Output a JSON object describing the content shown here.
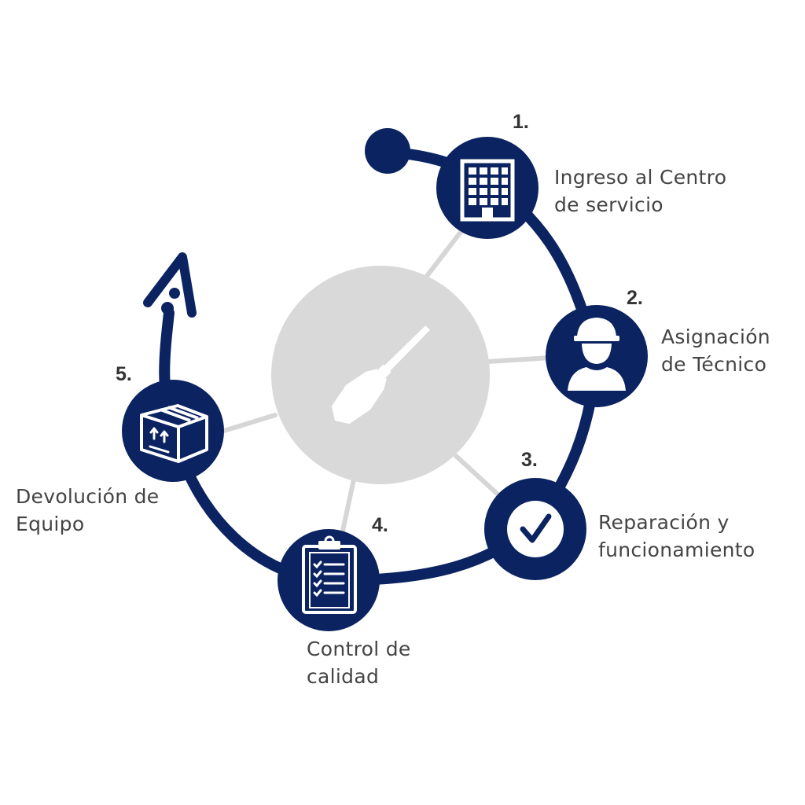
{
  "colors": {
    "primary": "#0b2461",
    "hub": "#d9d9d9",
    "spoke": "#d6d6d6",
    "text": "#444444",
    "number": "#333333"
  },
  "center": {
    "icon": "screwdriver-icon"
  },
  "steps": [
    {
      "number": "1.",
      "label_lines": [
        "Ingreso al Centro",
        "de servicio"
      ],
      "icon": "building-icon"
    },
    {
      "number": "2.",
      "label_lines": [
        "Asignación",
        "de Técnico"
      ],
      "icon": "technician-hardhat-icon"
    },
    {
      "number": "3.",
      "label_lines": [
        "Reparación y",
        "funcionamiento"
      ],
      "icon": "checkmark-icon"
    },
    {
      "number": "4.",
      "label_lines": [
        "Control de",
        "calidad"
      ],
      "icon": "clipboard-checklist-icon"
    },
    {
      "number": "5.",
      "label_lines": [
        "Devolución de",
        "Equipo"
      ],
      "icon": "box-package-icon"
    }
  ]
}
